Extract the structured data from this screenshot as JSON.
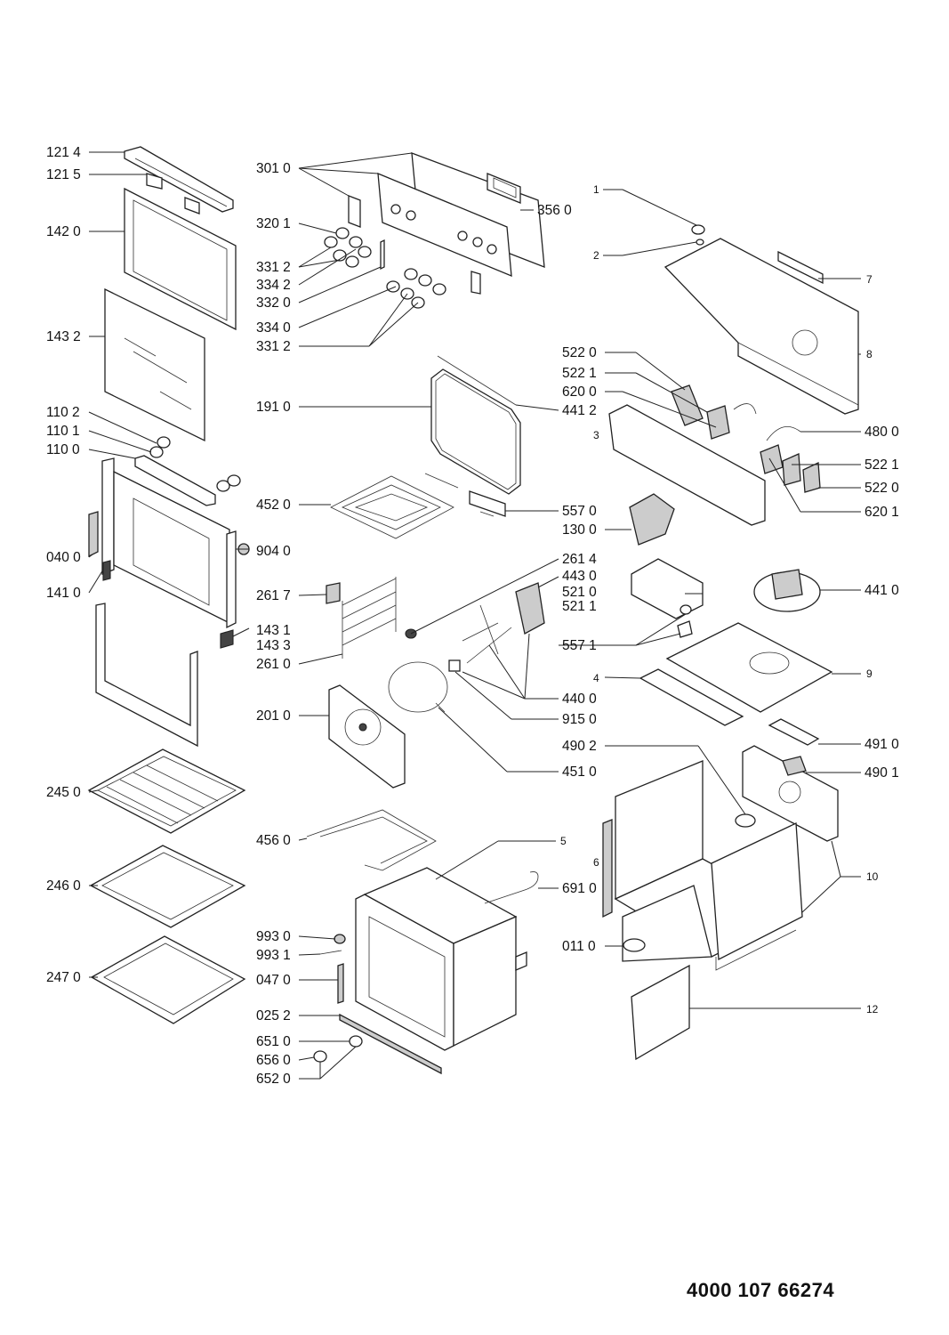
{
  "document_number": "4000 107 66274",
  "labels": [
    "121 4",
    "121 5",
    "142 0",
    "143 2",
    "110 2",
    "110 1",
    "110 0",
    "040 0",
    "141 0",
    "245 0",
    "246 0",
    "247 0",
    "301 0",
    "320 1",
    "331 2",
    "334 2",
    "332 0",
    "334 0",
    "331 2",
    "191 0",
    "452 0",
    "261 7",
    "261 0",
    "201 0",
    "456 0",
    "993 0",
    "993 1",
    "047 0",
    "025 2",
    "651 0",
    "656 0",
    "652 0",
    "356 0",
    "441 2",
    "557 0",
    "904 0",
    "143 1",
    "143 3",
    "261 4",
    "443 0",
    "521 0",
    "521 1",
    "557 1",
    "440 0",
    "915 0",
    "451 0",
    "490 2",
    "5",
    "691 0",
    "011 0",
    "1",
    "2",
    "7",
    "8",
    "522 0",
    "522 1",
    "620 0",
    "3",
    "480 0",
    "522 1",
    "522 0",
    "620 1",
    "130 0",
    "441 0",
    "4",
    "9",
    "491 0",
    "490 1",
    "6",
    "10",
    "12"
  ]
}
